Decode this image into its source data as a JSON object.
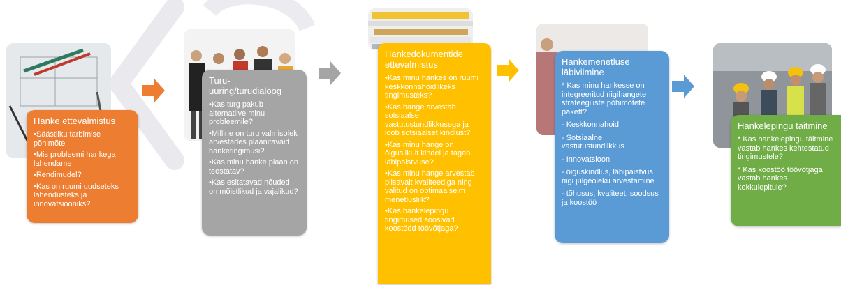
{
  "colors": {
    "orange": "#ED7D31",
    "gray": "#A5A5A5",
    "yellow": "#FFC000",
    "blue": "#5B9BD5",
    "green": "#70AD47"
  },
  "icons": [
    "arrow-right-icon"
  ],
  "stages": [
    {
      "title": "Hanke ettevalmistus",
      "items": [
        "Säästliku tarbimise põhimõte",
        "Mis probleemi hankega lahendame",
        "Rendimudel?",
        "Kas on ruumi uudseteks lahendusteks ja innovatsiooniks?"
      ]
    },
    {
      "title": "Turu-uuring/turudialoog",
      "items": [
        "Kas turg pakub alternatiive minu probleemile?",
        "Milline on turu valmisolek arvestades plaanitavaid hanketingimusi?",
        "Kas minu hanke plaan on teostatav?",
        "Kas esitatavad nõuded on mõistlikud ja vajalikud?"
      ]
    },
    {
      "title": "Hankedokumentide ettevalmistus",
      "items": [
        "Kas minu hankes on ruumi keskkonnahoidlikeks tingimusteks?",
        "Kas hange arvestab sotsiaalse vastutustundlikkusega ja loob sotsiaalset kindlust?",
        "Kas minu hange on õiguslikult kindel ja tagab läbipaistvuse?",
        "Kas minu hange arvestab piisavalt kvaliteediga ning valitud on optimaalseim menetlusliik?",
        "Kas hankelepingu tingimused soosivad koostööd töövõtjaga?"
      ]
    },
    {
      "title": "Hankemenetluse läbiviimine",
      "items": [
        "* Kas minu hankesse on integreeritud riigihangete strateegiliste põhimõtete pakett?",
        "- Keskkonnahoid",
        "- Sotsiaalne vastutustundlikkus",
        "- Innovatsioon",
        "- õiguskindlus, läbipaistvus, riigi julgeoleku arvestamine",
        "- tõhusus, kvaliteet, soodsus ja koostöö"
      ]
    },
    {
      "title": "Hankelepingu täitmine",
      "items": [
        "* Kas hankelepingu täitmine vastab hankes kehtestatud tingimustele?",
        "* Kas koostöö töövõtjaga vastab hankes kokkulepitule?"
      ]
    }
  ]
}
